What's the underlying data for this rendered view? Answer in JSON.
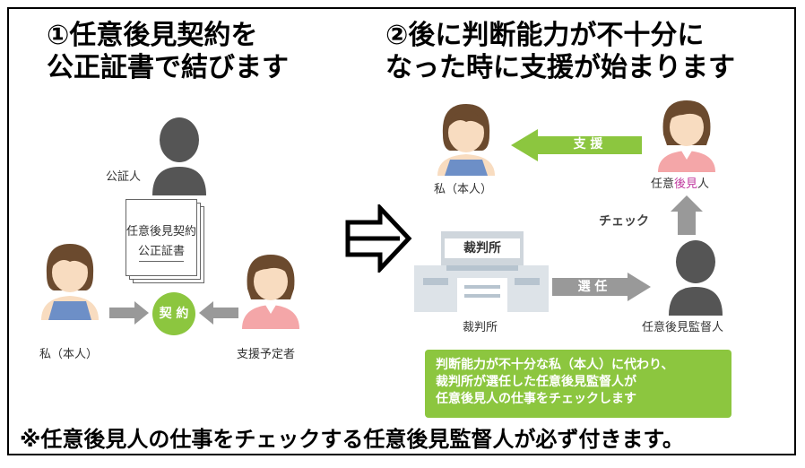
{
  "heading_left": {
    "line1": "①任意後見契約を",
    "line2": "公正証書で結びます"
  },
  "heading_right": {
    "line1": "②後に判断能力が不十分に",
    "line2": "なった時に支援が始まります"
  },
  "left": {
    "notary_label": "公証人",
    "document_line1": "任意後見契約",
    "document_line2": "公正証書",
    "contract_label": "契 約",
    "self_label": "私（本人）",
    "supporter_label": "支援予定者"
  },
  "right": {
    "self_label": "私（本人）",
    "support_arrow_label": "支 援",
    "guardian_label_prefix": "任意",
    "guardian_label_highlight": "後見",
    "guardian_label_suffix": "人",
    "check_label": "チェック",
    "court_sign": "裁判所",
    "court_label": "裁判所",
    "appoint_arrow_label": "選 任",
    "supervisor_label": "任意後見監督人",
    "explanation_lines": [
      "判断能力が不十分な私（本人）に代わり、",
      "裁判所が選任した任意後見監督人が",
      "任意後見人の仕事をチェックします"
    ]
  },
  "footer_note": "※任意後見人の仕事をチェックする任意後見監督人が必ず付きます。",
  "colors": {
    "green": "#8cc63f",
    "gray_arrow": "#999999",
    "dark_person": "#555555",
    "skin": "#f8dcc0",
    "hair": "#6b4a2e",
    "apron": "#6d8fc7",
    "guardian_shirt": "#f4a6a8",
    "highlight_text": "#c0399f"
  }
}
